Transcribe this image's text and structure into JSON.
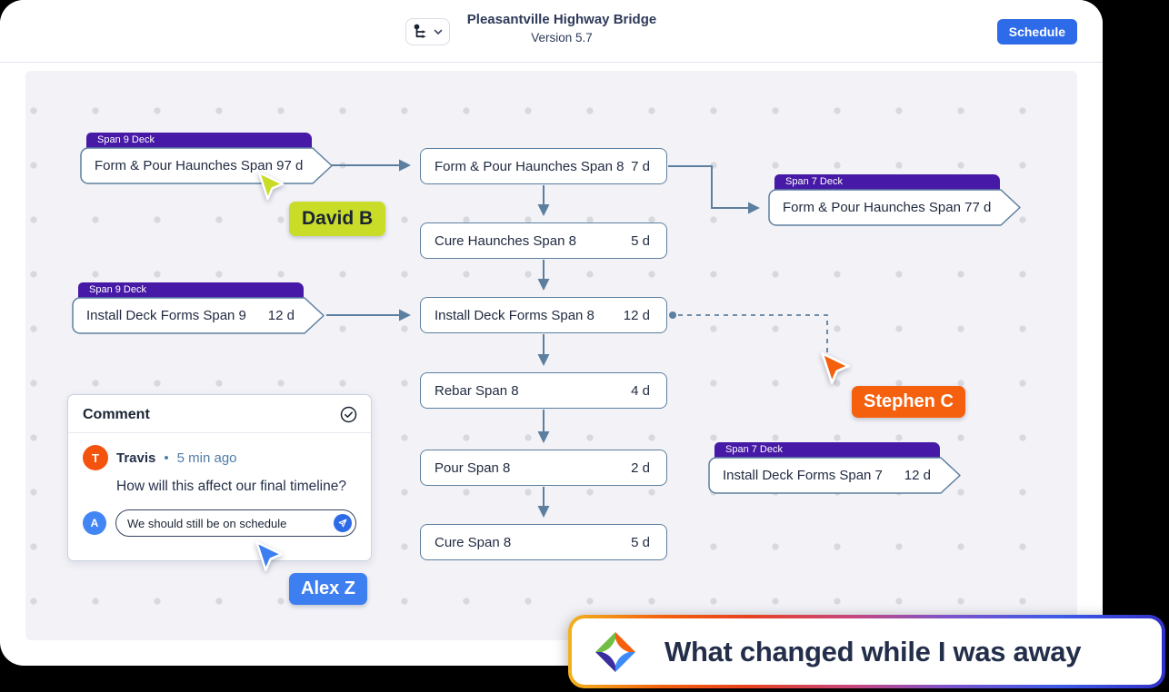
{
  "header": {
    "title": "Pleasantville Highway Bridge",
    "subtitle": "Version 5.7",
    "schedule_button": "Schedule"
  },
  "canvas": {
    "nodes": [
      {
        "tag": "Span 9 Deck",
        "label": "Form & Pour Haunches Span 9",
        "duration": "7 d",
        "shape": "pointed"
      },
      {
        "label": "Form & Pour Haunches Span 8",
        "duration": "7 d",
        "shape": "rect"
      },
      {
        "tag": "Span 7 Deck",
        "label": "Form & Pour Haunches Span 7",
        "duration": "7 d",
        "shape": "pointed"
      },
      {
        "label": "Cure Haunches Span 8",
        "duration": "5 d",
        "shape": "rect"
      },
      {
        "tag": "Span 9 Deck",
        "label": "Install Deck Forms Span 9",
        "duration": "12 d",
        "shape": "pointed"
      },
      {
        "label": "Install Deck Forms Span 8",
        "duration": "12 d",
        "shape": "rect"
      },
      {
        "label": "Rebar Span 8",
        "duration": "4 d",
        "shape": "rect"
      },
      {
        "label": "Pour Span 8",
        "duration": "2 d",
        "shape": "rect"
      },
      {
        "label": "Cure Span 8",
        "duration": "5 d",
        "shape": "rect"
      },
      {
        "tag": "Span 7 Deck",
        "label": "Install Deck Forms Span 7",
        "duration": "12 d",
        "shape": "pointed"
      }
    ],
    "cursors": [
      {
        "name": "David B",
        "color": "#c9dd28"
      },
      {
        "name": "Stephen C",
        "color": "#f4600d"
      },
      {
        "name": "Alex Z",
        "color": "#3d7ef0"
      }
    ]
  },
  "comment": {
    "title": "Comment",
    "author_initial": "T",
    "author": "Travis",
    "dot": "•",
    "timestamp": "5 min ago",
    "message": "How will this affect our final timeline?",
    "reply_initial": "A",
    "reply_value": "We should still be on schedule"
  },
  "banner": {
    "text": "What changed while I was away"
  },
  "colors": {
    "accent_blue": "#2e6be8",
    "tag_purple": "#4619a6",
    "node_border": "#5c7fa0",
    "canvas_bg": "#f2f2f7",
    "avatar_orange": "#f4530e",
    "avatar_blue": "#4285f4"
  }
}
